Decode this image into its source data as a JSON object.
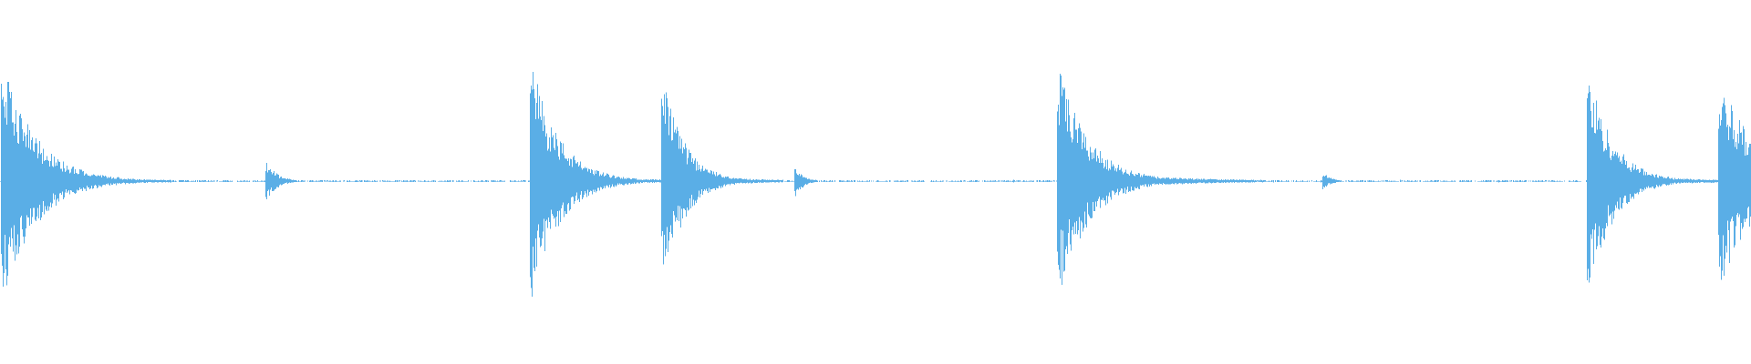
{
  "waveform": {
    "color": "#5aaee6",
    "background": "#ffffff",
    "duration_units": 1.0,
    "baseline_amplitude": 0.01,
    "transients": [
      {
        "t": 0.001,
        "amp": 0.99,
        "decay": 0.055,
        "tail": 0.04
      },
      {
        "t": 0.152,
        "amp": 0.16,
        "decay": 0.018,
        "tail": 0.01
      },
      {
        "t": 0.303,
        "amp": 1.0,
        "decay": 0.045,
        "tail": 0.035
      },
      {
        "t": 0.378,
        "amp": 0.9,
        "decay": 0.035,
        "tail": 0.03
      },
      {
        "t": 0.454,
        "amp": 0.13,
        "decay": 0.014,
        "tail": 0.01
      },
      {
        "t": 0.604,
        "amp": 0.96,
        "decay": 0.05,
        "tail": 0.05
      },
      {
        "t": 0.756,
        "amp": 0.07,
        "decay": 0.012,
        "tail": 0.01
      },
      {
        "t": 0.907,
        "amp": 0.92,
        "decay": 0.04,
        "tail": 0.035
      },
      {
        "t": 0.982,
        "amp": 0.88,
        "decay": 0.06,
        "tail": 0.05
      }
    ]
  }
}
